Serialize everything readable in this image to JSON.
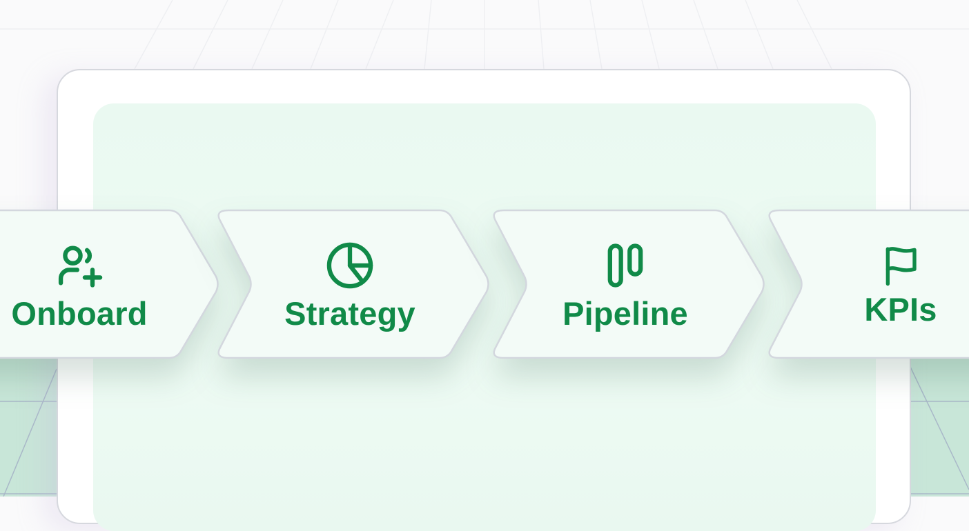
{
  "colors": {
    "accent": "#108a48",
    "card_fill": "#f3fbf7",
    "card_border": "#d3d7de",
    "panel_fill": "#eaf9f1",
    "frame_border": "#d6d8de"
  },
  "stages": [
    {
      "label": "Onboard",
      "icon": "user-plus-icon"
    },
    {
      "label": "Strategy",
      "icon": "pie-chart-icon"
    },
    {
      "label": "Pipeline",
      "icon": "columns-icon"
    },
    {
      "label": "KPIs",
      "icon": "flag-icon"
    }
  ]
}
